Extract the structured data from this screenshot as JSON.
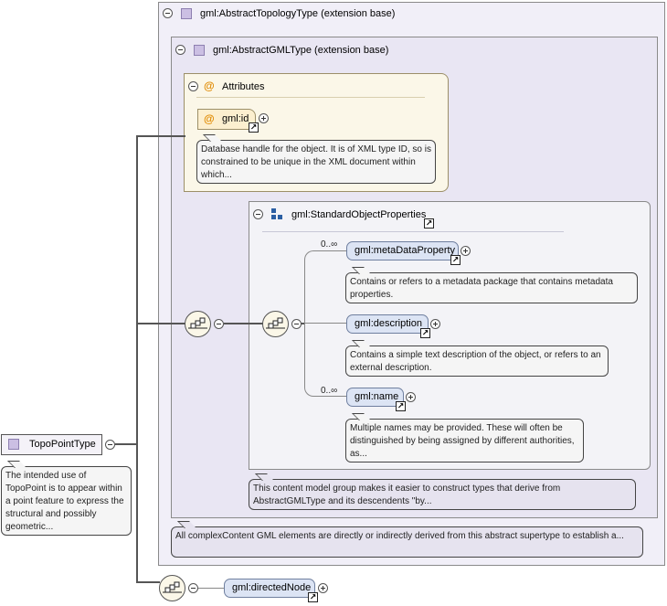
{
  "root": {
    "label": "TopoPointType",
    "annotation": "The intended use of TopoPoint is to appear within a point feature to express the structural and possibly geometric..."
  },
  "abstract_topology": {
    "label": "gml:AbstractTopologyType (extension base)",
    "annotation": "All complexContent GML elements are directly or indirectly derived from this abstract supertype to establish a..."
  },
  "abstract_gml": {
    "label": "gml:AbstractGMLType (extension base)"
  },
  "attributes": {
    "label": "Attributes",
    "id_label": "gml:id",
    "id_annotation": "Database handle for the object.  It is of XML type ID, so is constrained to be unique in the XML document within which..."
  },
  "standard_props": {
    "label": "gml:StandardObjectProperties",
    "annotation": "This content model group makes it easier to construct types that derive from AbstractGMLType and its descendents \"by..."
  },
  "elements": [
    {
      "label": "gml:metaDataProperty",
      "occurrence": "0..∞",
      "annotation": "Contains or refers to a metadata package that contains metadata properties."
    },
    {
      "label": "gml:description",
      "occurrence": "",
      "annotation": "Contains a simple text description of the object, or refers to an external description."
    },
    {
      "label": "gml:name",
      "occurrence": "0..∞",
      "annotation": "Multiple names may be provided. These will often be distinguished by being assigned by different authorities, as..."
    }
  ],
  "directed_node": {
    "label": "gml:directedNode"
  },
  "colors": {
    "type_icon": "#cbbfe3",
    "element_fill": "#dce4f4",
    "attribute_fill": "#fcefcf",
    "attribute_marker": "#e08a00"
  }
}
